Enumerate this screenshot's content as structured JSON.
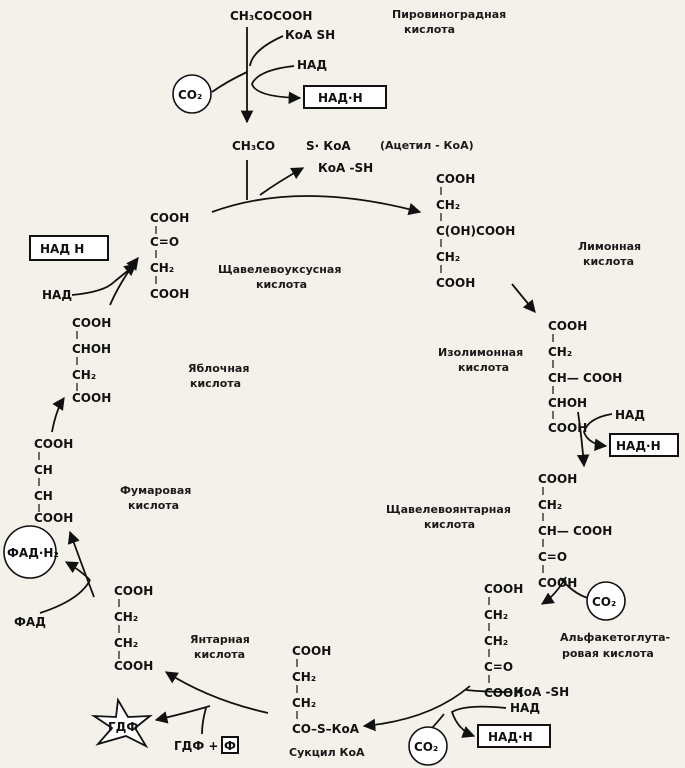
{
  "title_compound": "CH₃COCOOH",
  "labels": {
    "pyruvic": [
      "Пировиноградная",
      "кислота"
    ],
    "acetylcoa_name": "(Ацетил - КоА)",
    "citric": [
      "Лимонная",
      "кислота"
    ],
    "isocitric": [
      "Изолимонная",
      "кислота"
    ],
    "oxalosuccinic": [
      "Щавелевоянтарная",
      "кислота"
    ],
    "alphaketo": [
      "Альфакетоглута-",
      "ровая кислота"
    ],
    "oxaloacetic": [
      "Щавелевоуксусная",
      "кислота"
    ],
    "malic": [
      "Яблочная",
      "кислота"
    ],
    "fumaric": [
      "Фумаровая",
      "кислота"
    ],
    "succinic": [
      "Янтарная",
      "кислота"
    ],
    "succinylcoa_name": "Сукцил КоА"
  },
  "cofactors": {
    "coa_sh_top": "КоА  SH",
    "nad_top": "НАД",
    "nadh_top": "НАД·Н",
    "co2_top": "CO₂",
    "acetyl_left": "CH₃CO",
    "acetyl_right": "S· КоА",
    "coa_sh_release": "КоА -SH",
    "nad_right": "НАД",
    "nadh_right": "НАД·Н",
    "co2_right": "CO₂",
    "coa_sh_bottom": "КоА -SH",
    "nad_bottom": "НАД",
    "nadh_bottom": "НАД·Н",
    "co2_bottom": "CO₂",
    "gdf_star": "ГДФ",
    "gdf_plus": "ГДФ +",
    "phi": "Ф",
    "fad": "ФАД",
    "fadh": "ФАД·Н₂",
    "nad_left": "НАД",
    "nadh_left": "НАД  Н"
  },
  "formulas": {
    "oxaloacetic": [
      "COOH",
      "C=O",
      "CH₂",
      "COOH"
    ],
    "citric": [
      "COOH",
      "CH₂",
      "C(OH)COOH",
      "CH₂",
      "COOH"
    ],
    "isocitric": [
      "COOH",
      "CH₂",
      "CH— COOH",
      "CHOH",
      "COOH"
    ],
    "oxalosuccinic": [
      "COOH",
      "CH₂",
      "CH— COOH",
      "C=O",
      "COOH"
    ],
    "alphaketo": [
      "COOH",
      "CH₂",
      "CH₂",
      "C=O",
      "COOH"
    ],
    "succinylcoa": [
      "COOH",
      "CH₂",
      "CH₂",
      "CO–S–КоА"
    ],
    "succinic": [
      "COOH",
      "CH₂",
      "CH₂",
      "COOH"
    ],
    "fumaric": [
      "COOH",
      "CH",
      "CH",
      "COOH"
    ],
    "malic": [
      "COOH",
      "CHOH",
      "CH₂",
      "COOH"
    ]
  }
}
